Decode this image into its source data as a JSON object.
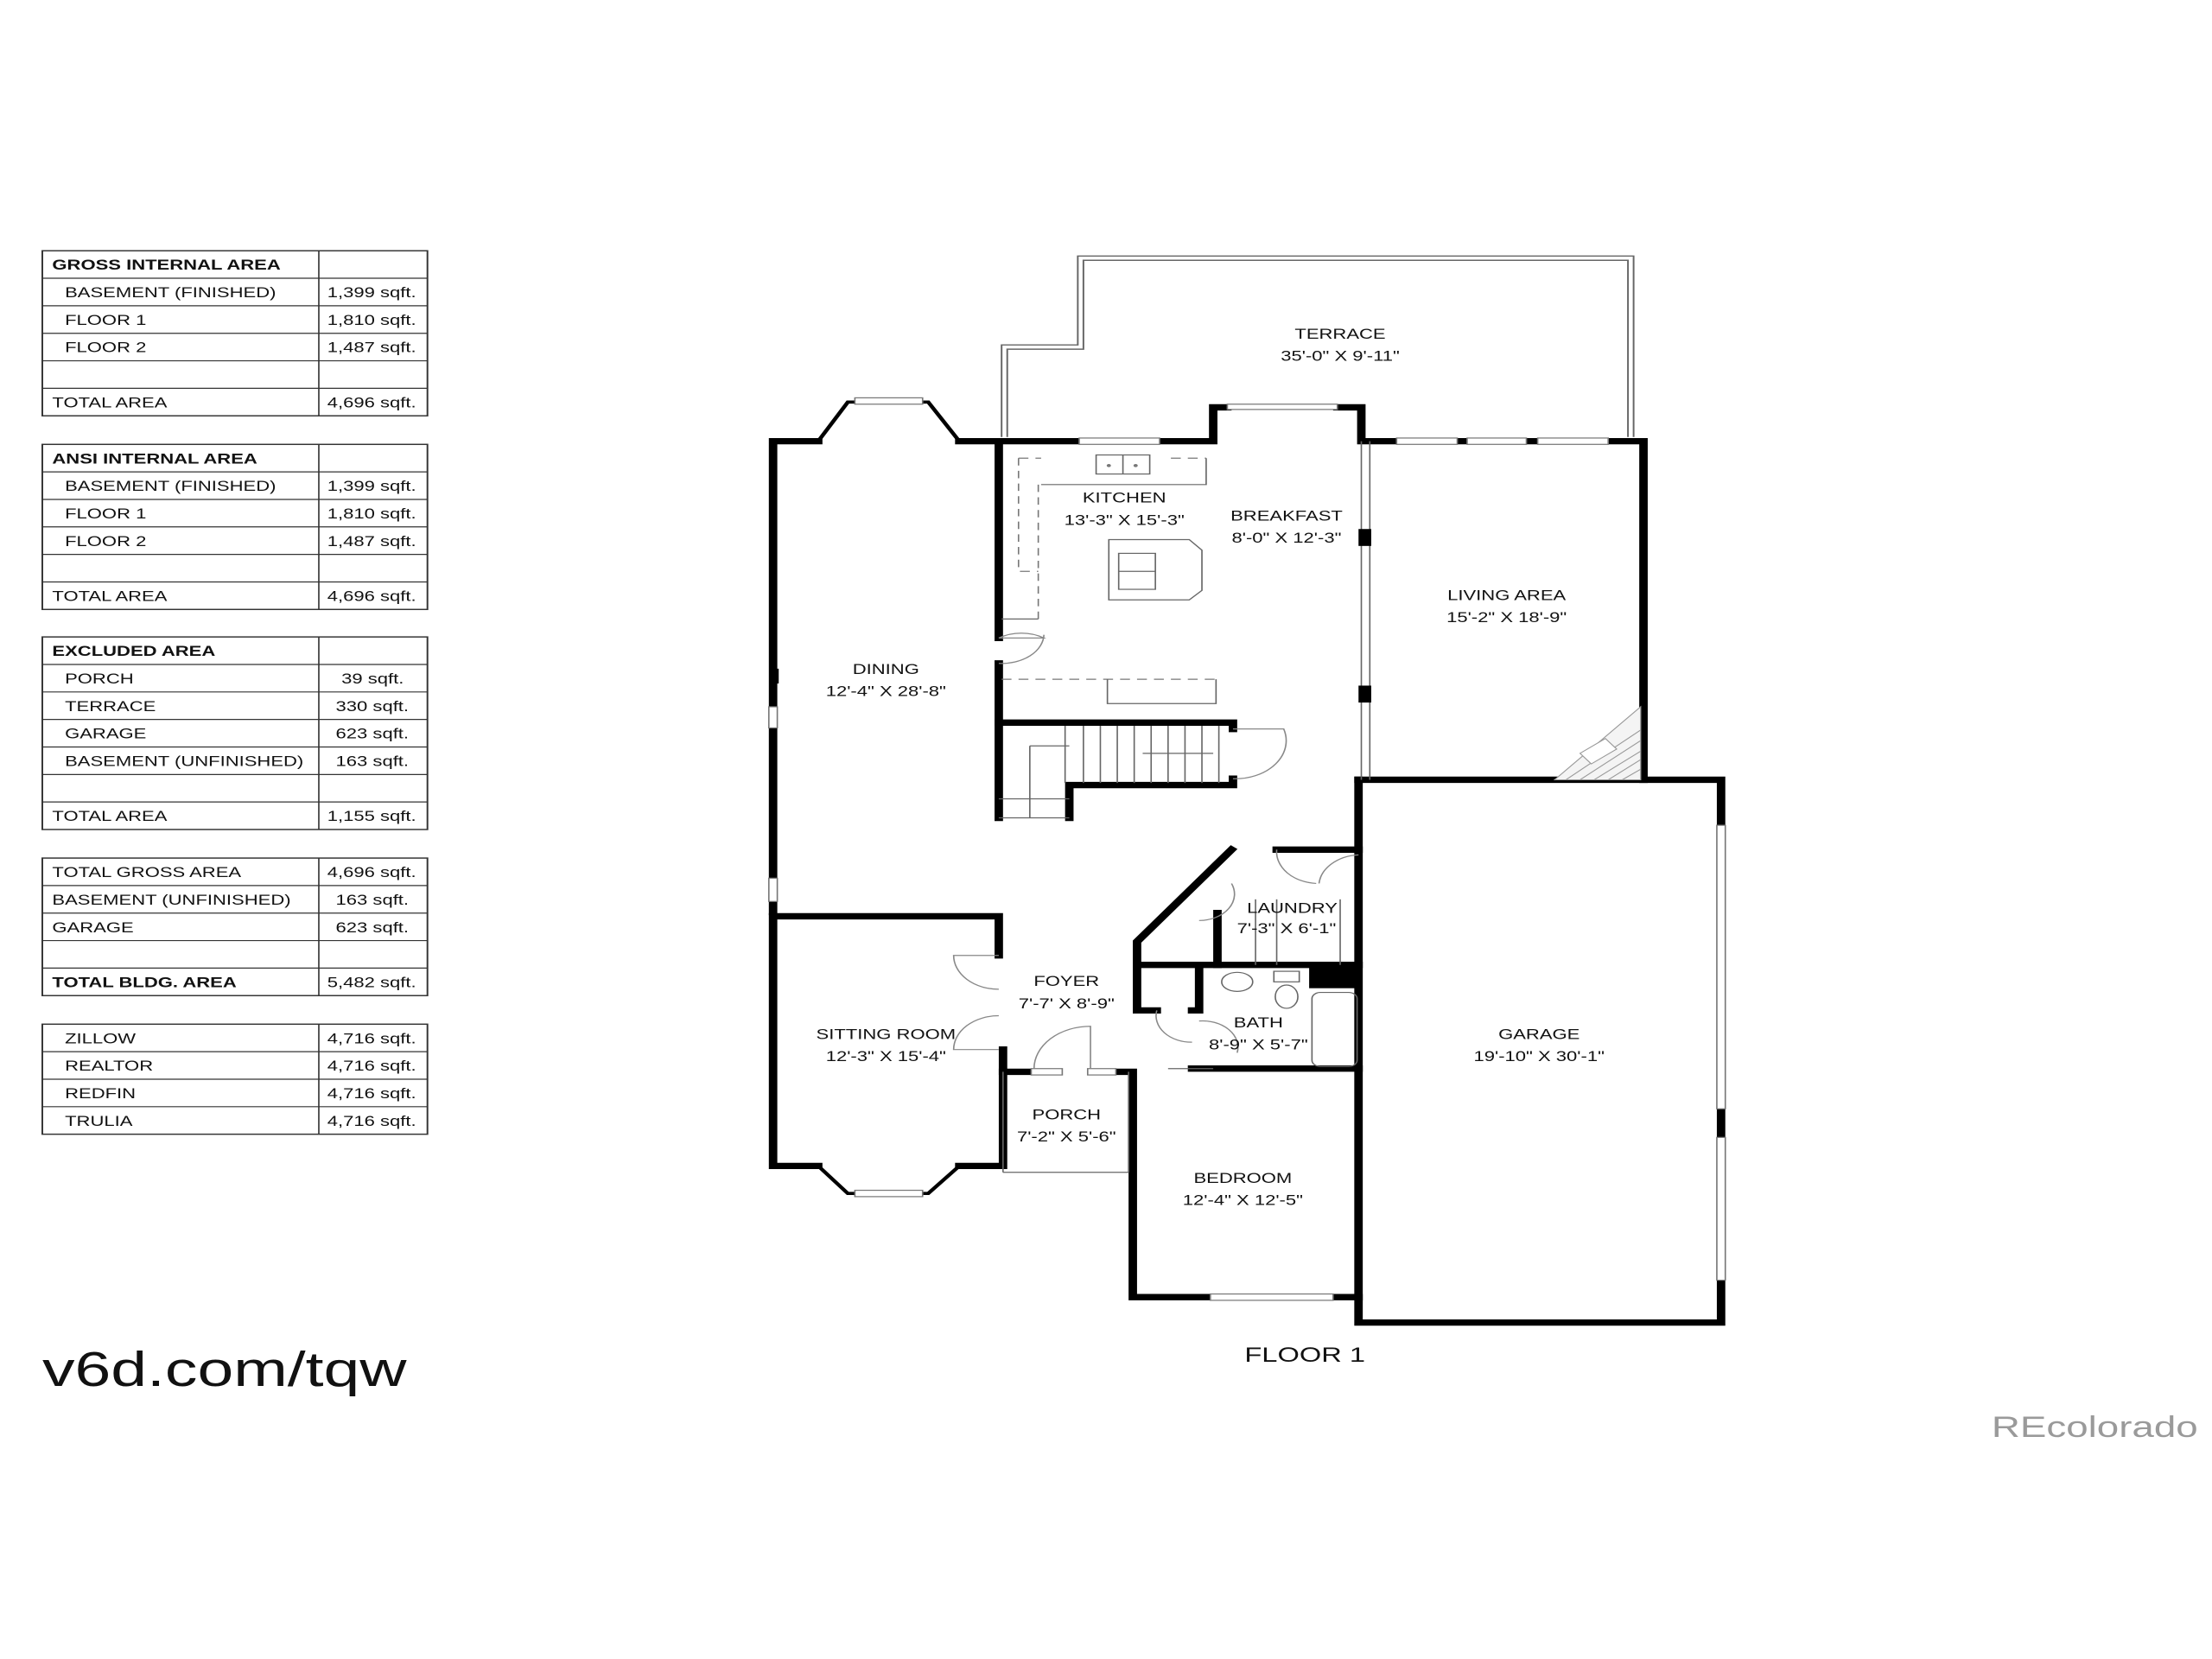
{
  "tables": {
    "gross_internal": {
      "title": "GROSS INTERNAL AREA",
      "rows": [
        {
          "label": "BASEMENT (FINISHED)",
          "value": "1,399 sqft."
        },
        {
          "label": "FLOOR 1",
          "value": "1,810 sqft."
        },
        {
          "label": "FLOOR 2",
          "value": "1,487 sqft."
        },
        {
          "label": "",
          "value": ""
        }
      ],
      "total_label": "TOTAL AREA",
      "total_value": "4,696 sqft."
    },
    "ansi_internal": {
      "title": "ANSI INTERNAL AREA",
      "rows": [
        {
          "label": "BASEMENT (FINISHED)",
          "value": "1,399 sqft."
        },
        {
          "label": "FLOOR 1",
          "value": "1,810 sqft."
        },
        {
          "label": "FLOOR 2",
          "value": "1,487 sqft."
        },
        {
          "label": "",
          "value": ""
        }
      ],
      "total_label": "TOTAL AREA",
      "total_value": "4,696 sqft."
    },
    "excluded": {
      "title": "EXCLUDED AREA",
      "rows": [
        {
          "label": "PORCH",
          "value": "39 sqft."
        },
        {
          "label": "TERRACE",
          "value": "330 sqft."
        },
        {
          "label": "GARAGE",
          "value": "623 sqft."
        },
        {
          "label": "BASEMENT (UNFINISHED)",
          "value": "163 sqft."
        },
        {
          "label": "",
          "value": ""
        }
      ],
      "total_label": "TOTAL AREA",
      "total_value": "1,155 sqft."
    },
    "building": {
      "rows": [
        {
          "label": "TOTAL GROSS AREA",
          "value": "4,696 sqft."
        },
        {
          "label": "BASEMENT (UNFINISHED)",
          "value": "163 sqft."
        },
        {
          "label": "GARAGE",
          "value": "623 sqft."
        },
        {
          "label": "",
          "value": ""
        }
      ],
      "total_label": "TOTAL BLDG. AREA",
      "total_value": "5,482 sqft."
    },
    "listings": {
      "rows": [
        {
          "label": "ZILLOW",
          "value": "4,716 sqft."
        },
        {
          "label": "REALTOR",
          "value": "4,716 sqft."
        },
        {
          "label": "REDFIN",
          "value": "4,716 sqft."
        },
        {
          "label": "TRULIA",
          "value": "4,716 sqft."
        }
      ]
    }
  },
  "floorplan": {
    "floor_label": "FLOOR 1",
    "rooms": {
      "terrace": {
        "name": "TERRACE",
        "dims": "35'-0\" X 9'-11\""
      },
      "kitchen": {
        "name": "KITCHEN",
        "dims": "13'-3\" X 15'-3\""
      },
      "breakfast": {
        "name": "BREAKFAST",
        "dims": "8'-0\" X 12'-3\""
      },
      "living": {
        "name": "LIVING AREA",
        "dims": "15'-2\" X 18'-9\""
      },
      "dining": {
        "name": "DINING",
        "dims": "12'-4\" X 28'-8\""
      },
      "laundry": {
        "name": "LAUNDRY",
        "dims": "7'-3\" X 6'-1\""
      },
      "foyer": {
        "name": "FOYER",
        "dims": "7'-7' X 8'-9\""
      },
      "bath": {
        "name": "BATH",
        "dims": "8'-9\" X 5'-7\""
      },
      "sitting": {
        "name": "SITTING ROOM",
        "dims": "12'-3\" X 15'-4\""
      },
      "garage": {
        "name": "GARAGE",
        "dims": "19'-10\" X 30'-1\""
      },
      "porch": {
        "name": "PORCH",
        "dims": "7'-2\" X 5'-6\""
      },
      "bedroom": {
        "name": "BEDROOM",
        "dims": "12'-4\" X 12'-5\""
      }
    }
  },
  "footer": {
    "short_link": "v6d.com/tqw",
    "watermark": "REcolorado"
  }
}
